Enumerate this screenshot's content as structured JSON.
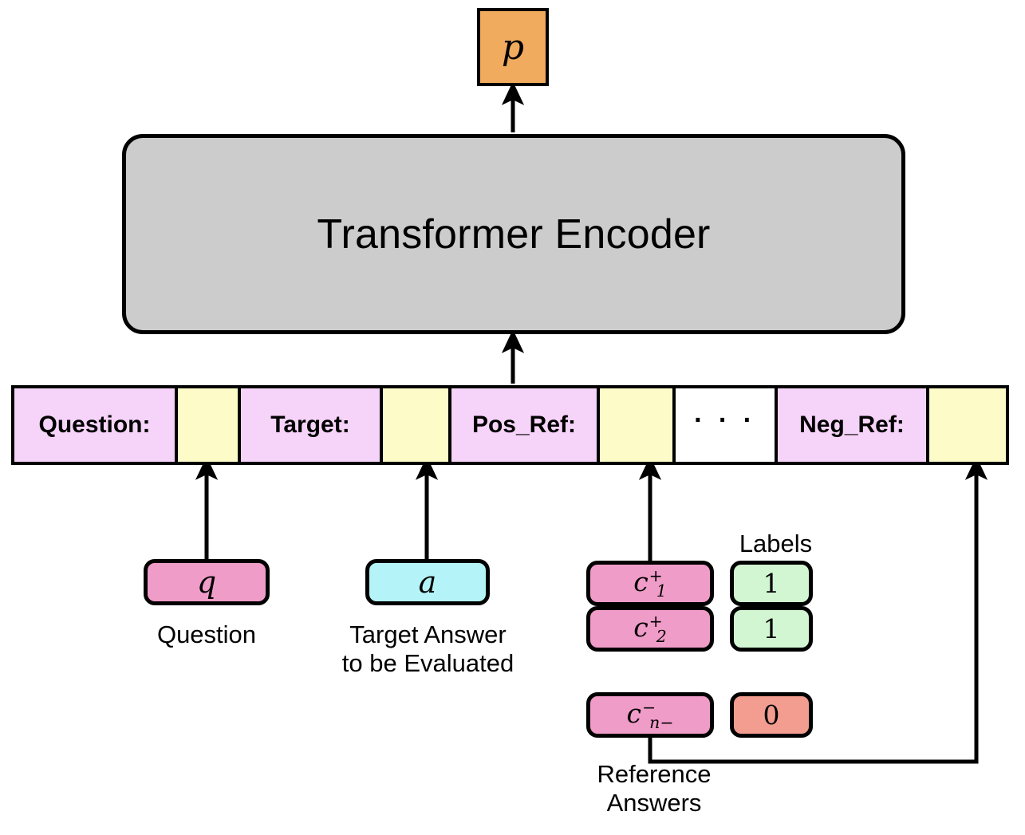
{
  "diagram": {
    "output": {
      "symbol": "p"
    },
    "encoder": {
      "label": "Transformer Encoder"
    },
    "token_strip": {
      "cells": [
        {
          "kind": "label",
          "text": "Question:"
        },
        {
          "kind": "slot",
          "text": ""
        },
        {
          "kind": "label",
          "text": "Target:"
        },
        {
          "kind": "slot",
          "text": ""
        },
        {
          "kind": "label",
          "text": "Pos_Ref:"
        },
        {
          "kind": "slot",
          "text": ""
        },
        {
          "kind": "dots",
          "text": "· · ·"
        },
        {
          "kind": "label",
          "text": "Neg_Ref:"
        },
        {
          "kind": "slot",
          "text": ""
        }
      ]
    },
    "inputs": {
      "question": {
        "symbol": "q",
        "caption": "Question"
      },
      "target": {
        "symbol": "a",
        "caption": "Target Answer\nto be Evaluated"
      },
      "references": {
        "caption": "Reference\nAnswers",
        "labels_heading": "Labels",
        "items": [
          {
            "base": "c",
            "sup": "+",
            "sub": "1",
            "label_value": "1",
            "label_kind": "positive"
          },
          {
            "base": "c",
            "sup": "+",
            "sub": "2",
            "label_value": "1",
            "label_kind": "positive"
          },
          {
            "base": "c",
            "sup": "−",
            "sub": "n−",
            "label_value": "0",
            "label_kind": "negative"
          }
        ]
      }
    },
    "colors": {
      "output_box": "#f0ab5e",
      "encoder": "#cccccc",
      "token_label": "#f6d3f8",
      "token_slot": "#fdfcc8",
      "chip_pink": "#f09cc8",
      "chip_cyan": "#b4f4f8",
      "label_positive": "#d2f6d2",
      "label_negative": "#f29d8f",
      "stroke": "#000000"
    }
  }
}
